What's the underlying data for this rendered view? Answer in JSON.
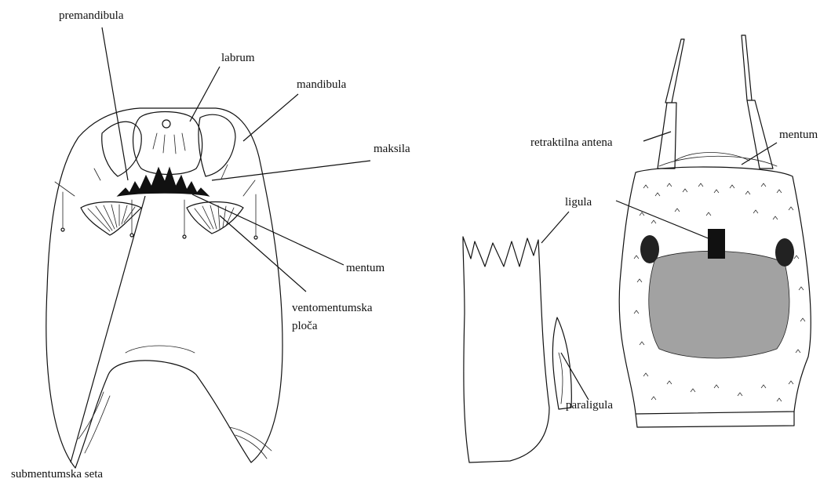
{
  "left_figure": {
    "labels": {
      "premandibula": "premandibula",
      "labrum": "labrum",
      "mandibula": "mandibula",
      "maksila": "maksila",
      "mentum": "mentum",
      "ventomentumska_line1": "ventomentumska",
      "ventomentumska_line2": "ploča",
      "submentumska_seta": "submentumska seta"
    }
  },
  "right_figure": {
    "labels": {
      "retraktilna_antena": "retraktilna antena",
      "mentum": "mentum",
      "ligula": "ligula",
      "paraligula": "paraligula"
    }
  }
}
